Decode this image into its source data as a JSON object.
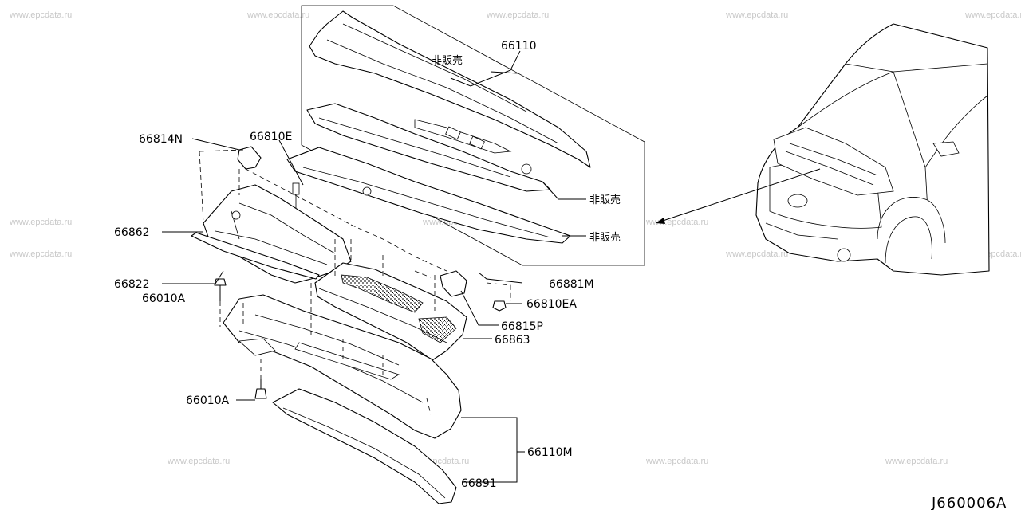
{
  "diagram_code": "J660006A",
  "watermark_text": "www.epcdata.ru",
  "parts": {
    "p66110": "66110",
    "not_for_sale_1": "非販売",
    "not_for_sale_2": "非販売",
    "not_for_sale_3": "非販売",
    "p66814N": "66814N",
    "p66810E": "66810E",
    "p66862": "66862",
    "p66822": "66822",
    "p66010A_1": "66010A",
    "p66881M": "66881M",
    "p66810EA": "66810EA",
    "p66815P": "66815P",
    "p66863": "66863",
    "p66010A_2": "66010A",
    "p66110M": "66110M",
    "p66891": "66891"
  }
}
